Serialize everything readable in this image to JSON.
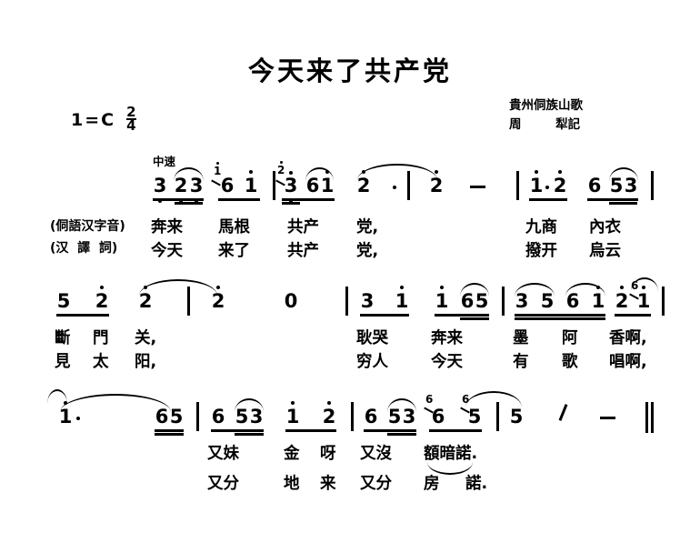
{
  "header": {
    "title": "今天来了共产党",
    "credit_line1": "貴州侗族山歌",
    "credit_line2": "周        犁記",
    "key_tonic": "1",
    "key_equals": "=",
    "key_name": "C",
    "meter_numerator": "2",
    "meter_denominator": "4",
    "tempo": "中速"
  },
  "lyric_row_labels": {
    "row1": "(侗語汉字音)",
    "row2": "(汉  譯  詞)"
  },
  "systems": [
    {
      "id": "system-1",
      "notes": [
        "3",
        "2",
        "3",
        "6",
        "1",
        "3",
        "6",
        "1",
        "2",
        "2",
        "1",
        "2",
        "6",
        "5",
        "3"
      ],
      "grace_notes": [
        "1",
        "2"
      ],
      "rests": [],
      "dashes": [
        "-"
      ],
      "lyrics_row1": [
        "奔来",
        "馬根",
        "共产",
        "党,",
        "九商",
        "內衣"
      ],
      "lyrics_row2": [
        "今天",
        "来了",
        "共产",
        "党,",
        "撥开",
        "烏云"
      ]
    },
    {
      "id": "system-2",
      "notes": [
        "5",
        "2",
        "2",
        "2",
        "3",
        "1",
        "1",
        "6",
        "5",
        "3",
        "5",
        "6",
        "1",
        "2",
        "1"
      ],
      "grace_notes": [
        "6"
      ],
      "rests": [
        "0"
      ],
      "dashes": [],
      "lyrics_row1": [
        "斷",
        "門",
        "关,",
        "耿哭",
        "奔来",
        "墨",
        "阿",
        "香啊,"
      ],
      "lyrics_row2": [
        "見",
        "太",
        "阳,",
        "穷人",
        "今天",
        "有",
        "歌",
        "唱啊,"
      ]
    },
    {
      "id": "system-3",
      "notes": [
        "1",
        "6",
        "5",
        "6",
        "5",
        "3",
        "1",
        "2",
        "6",
        "5",
        "3",
        "6",
        "5",
        "5"
      ],
      "grace_notes": [
        "6",
        "6"
      ],
      "rests": [],
      "dashes": [
        "-"
      ],
      "lyrics_row1": [
        "又妹",
        "金",
        "呀",
        "又沒",
        "額暗諾."
      ],
      "lyrics_row2": [
        "又分",
        "地",
        "来",
        "又分",
        "房",
        "諾."
      ]
    }
  ]
}
